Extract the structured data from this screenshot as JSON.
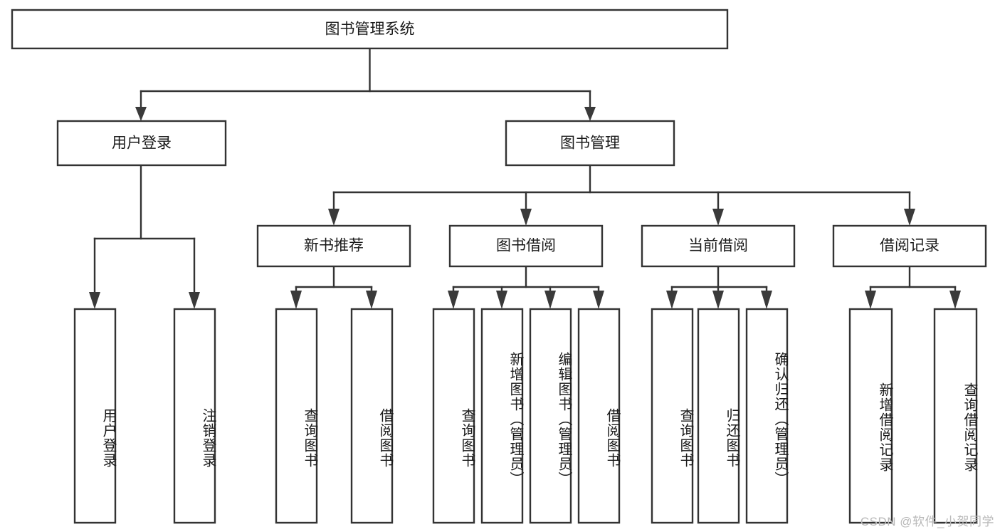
{
  "diagram": {
    "type": "tree-hierarchy-chart",
    "title": "图书管理系统",
    "watermark": "CSDN @软件_小贺同学",
    "colors": {
      "box_fill": "#ffffff",
      "box_stroke": "#333333",
      "text": "#1a1a1a",
      "watermark": "#b9b9b9",
      "background": "#ffffff"
    },
    "root": {
      "label": "图书管理系统"
    },
    "level2": [
      {
        "id": "user-login",
        "label": "用户登录"
      },
      {
        "id": "book-management",
        "label": "图书管理"
      }
    ],
    "level3": [
      {
        "id": "new-book-recommend",
        "label": "新书推荐",
        "parent": "book-management"
      },
      {
        "id": "book-borrow",
        "label": "图书借阅",
        "parent": "book-management"
      },
      {
        "id": "current-borrow",
        "label": "当前借阅",
        "parent": "book-management"
      },
      {
        "id": "borrow-record",
        "label": "借阅记录",
        "parent": "book-management"
      }
    ],
    "leaves": {
      "user-login": [
        {
          "id": "leaf-user-login",
          "label": "用户登录"
        },
        {
          "id": "leaf-user-logout",
          "label": "注销登录"
        }
      ],
      "new-book-recommend": [
        {
          "id": "leaf-query-book-1",
          "label": "查询图书"
        },
        {
          "id": "leaf-borrow-book-1",
          "label": "借阅图书"
        }
      ],
      "book-borrow": [
        {
          "id": "leaf-query-book-2",
          "label": "查询图书"
        },
        {
          "id": "leaf-add-book",
          "label": "新增图书（管理员）"
        },
        {
          "id": "leaf-edit-book",
          "label": "编辑图书（管理员）"
        },
        {
          "id": "leaf-borrow-book-2",
          "label": "借阅图书"
        }
      ],
      "current-borrow": [
        {
          "id": "leaf-query-book-3",
          "label": "查询图书"
        },
        {
          "id": "leaf-return-book",
          "label": "归还图书"
        },
        {
          "id": "leaf-confirm-return",
          "label": "确认归还（管理员）"
        }
      ],
      "borrow-record": [
        {
          "id": "leaf-add-record",
          "label": "新增借阅记录"
        },
        {
          "id": "leaf-query-record",
          "label": "查询借阅记录"
        }
      ]
    }
  }
}
